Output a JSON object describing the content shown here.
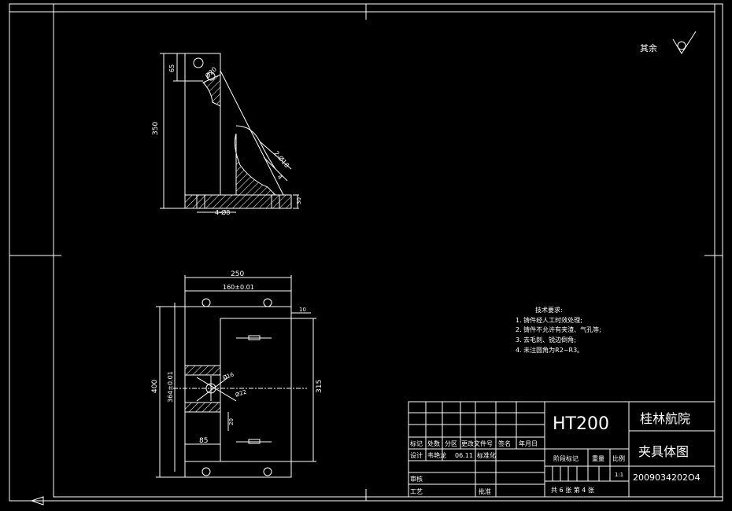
{
  "roughness": {
    "label": "其余"
  },
  "tech_notes": {
    "title": "技术要求:",
    "items": [
      "1. 铸件经人工时效处理;",
      "2. 铸件不允许有夹渣、气孔等;",
      "3. 去毛刺、锐边倒角;",
      "4. 未注圆角为R2~R3。"
    ]
  },
  "dimensions": {
    "top_view": {
      "height_350": "350",
      "height_65": "65",
      "hole_dia": "Ø20",
      "slot_dia": "2-Ø18",
      "slot_width": "4",
      "bolt_holes": "4-Ø8",
      "base_thick": "30"
    },
    "bottom_view": {
      "width_250": "250",
      "hole_spacing": "160±0.01",
      "height_400": "400",
      "spacing_364": "364±0.01",
      "height_315": "315",
      "offset_10": "10",
      "offset_85": "85",
      "offset_20": "20",
      "hole_16": "Ø16",
      "hole_22": "Ø22"
    }
  },
  "title_block": {
    "material": "HT200",
    "school": "桂林航院",
    "drawing_name": "夹具体图",
    "drawing_number": "2009034202O4",
    "headers": {
      "mark": "标记",
      "count": "处数",
      "zone": "分区",
      "change_doc": "更改文件号",
      "signature": "签名",
      "date": "年月日",
      "design": "设计",
      "designer": "韦艳龙",
      "design_date": "06.11",
      "standardize": "标准化",
      "stage_mark": "阶段标记",
      "weight": "重量",
      "scale": "比例",
      "scale_value": "1:1",
      "review": "审核",
      "process": "工艺",
      "approve": "批准",
      "sheets": "共 6 张 第 4 张"
    }
  }
}
